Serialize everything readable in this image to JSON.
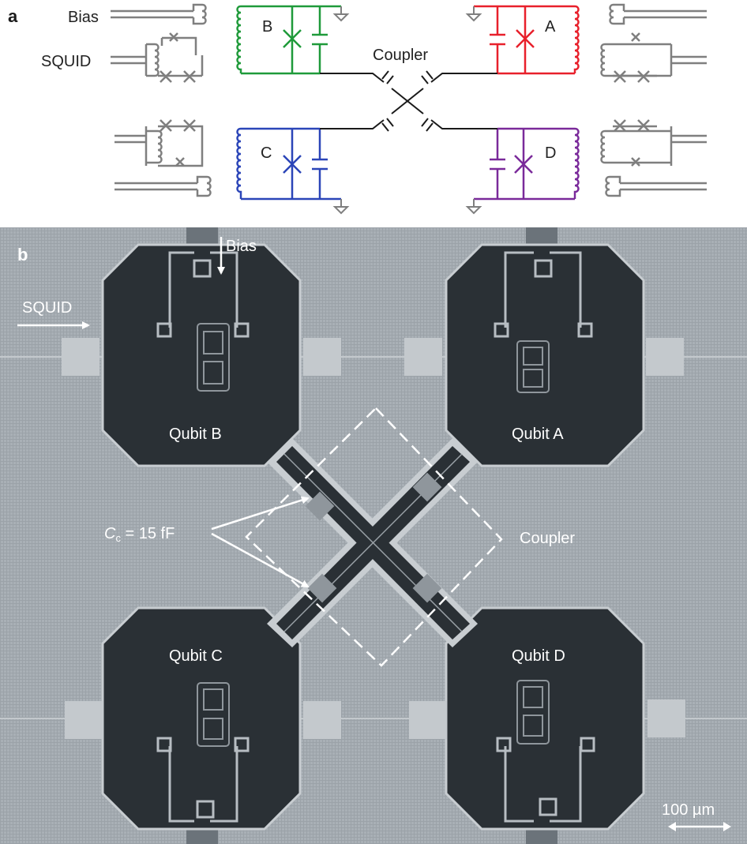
{
  "panel_a": {
    "letter": "a",
    "bias": "Bias",
    "squid": "SQUID",
    "coupler": "Coupler",
    "qubits": [
      "B",
      "A",
      "C",
      "D"
    ]
  },
  "panel_b": {
    "letter": "b",
    "bias": "Bias",
    "squid": "SQUID",
    "qubit_labels": [
      "Qubit B",
      "Qubit A",
      "Qubit C",
      "Qubit D"
    ],
    "coupler": "Coupler",
    "cc_symbol": "C",
    "cc_sub": "c",
    "cc_value": " = 15 fF",
    "scale_bar": "100 µm"
  },
  "colors": {
    "qubit_b": "#1f9a3a",
    "qubit_a": "#e8202b",
    "qubit_c": "#2b45b8",
    "qubit_d": "#7a2a9a",
    "readout": "#7f7f7f",
    "substrate": "#a7aeb4",
    "metal": "#2a3035"
  }
}
